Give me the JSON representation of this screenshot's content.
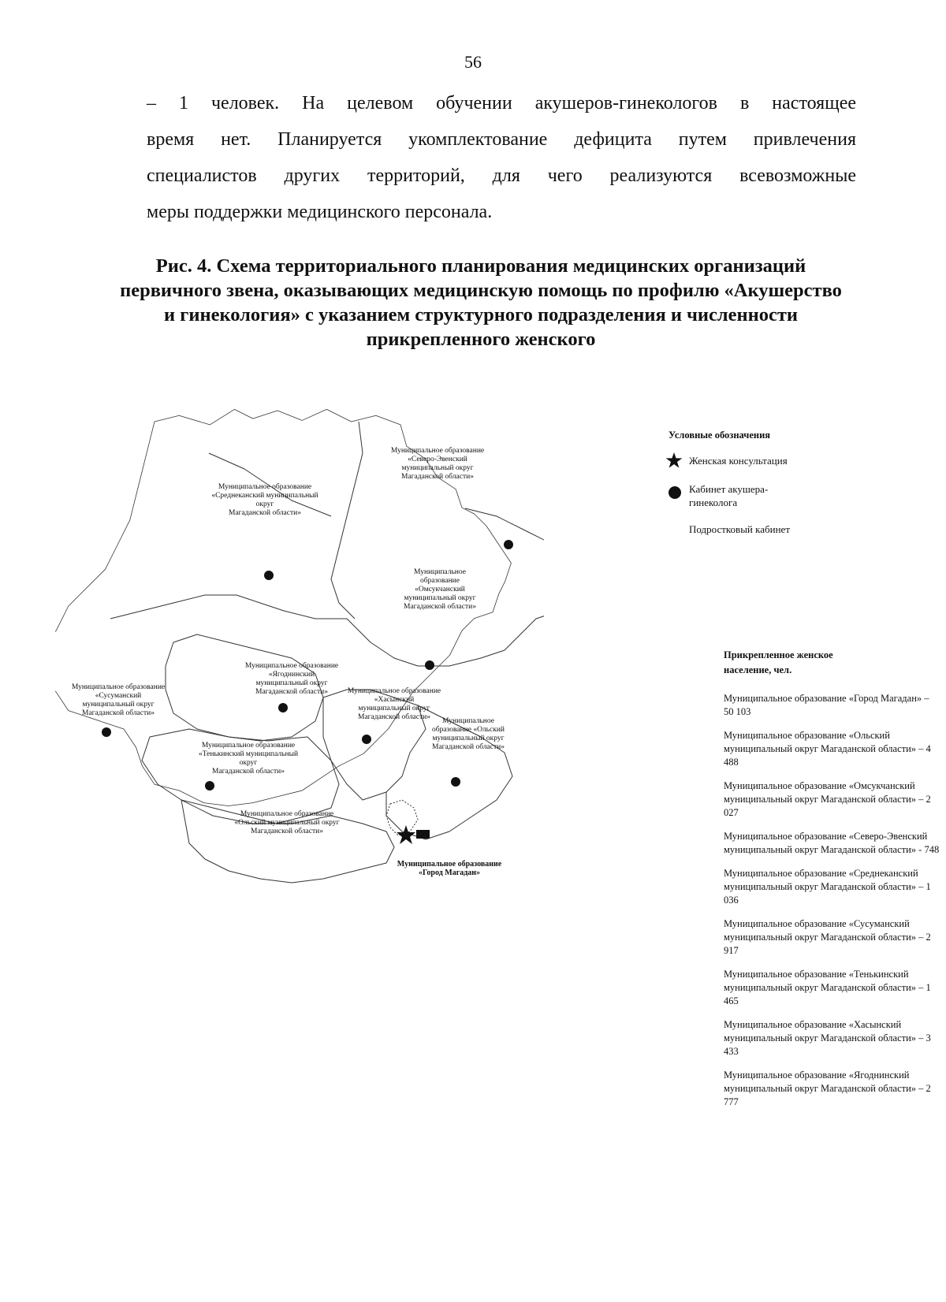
{
  "page_number": "56",
  "paragraph_lines": [
    "– 1 человек. На целевом обучении акушеров-гинекологов в настоящее",
    "время нет. Планируется укомплектование дефицита путем привлечения",
    "специалистов других территорий, для чего реализуются всевозможные",
    "меры поддержки медицинского персонала."
  ],
  "figure_title": "Рис. 4. Схема территориального планирования медицинских организаций первичного звена, оказывающих медицинскую помощь по профилю «Акушерство и гинекология» с указанием структурного подразделения и численности прикрепленного женского",
  "map_labels": {
    "severo_evensky": "Муниципальное образование\n«Северо-Эвенский\nмуниципальный округ\nМагаданской области»",
    "srednekansky": "Муниципальное образование\n«Среднеканский муниципальный\nокруг\nМагаданской области»",
    "omsukchansky": "Муниципальное\nобразование\n«Омсукчанский\nмуниципальный округ\nМагаданской области»",
    "yagodninsky": "Муниципальное образование\n«Ягоднинский\nмуниципальный округ\nМагаданской области»",
    "susumansky": "Муниципальное образование\n«Сусуманский\nмуниципальный округ\nМагаданской области»",
    "khasynsky": "Муниципальное образование\n«Хасынский\nмуниципальный округ\nМагаданской области»",
    "olsky_east": "Муниципальное\nобразование «Ольский\nмуниципальный округ\nМагаданской области»",
    "tenkinsky": "Муниципальное образование\n«Тенькинский муниципальный\nокруг\nМагаданской области»",
    "olsky_south": "Муниципальное образование\n«Ольский муниципальный округ\nМагаданской области»",
    "magadan": "Муниципальное образование\n«Город Магадан»"
  },
  "legend": {
    "title": "Условные обозначения",
    "items": [
      {
        "icon": "star-icon",
        "label": "Женская консультация"
      },
      {
        "icon": "circle-icon",
        "label": "Кабинет акушера-\nгинеколога"
      },
      {
        "icon": "square-icon",
        "label": "Подростковый кабинет"
      }
    ]
  },
  "population": {
    "title": "Прикрепленное женское население, чел.",
    "items": [
      "Муниципальное образование «Город Магадан» – 50 103",
      "Муниципальное образование «Ольский муниципальный округ Магаданской области» – 4 488",
      "Муниципальное образование «Омсукчанский муниципальный округ Магаданской области» – 2 027",
      "Муниципальное образование «Северо-Эвенский муниципальный округ Магаданской области» - 748",
      "Муниципальное образование «Среднеканский муниципальный округ Магаданской области» – 1 036",
      "Муниципальное образование «Сусуманский муниципальный округ Магаданской области» – 2 917",
      "Муниципальное образование «Тенькинский муниципальный округ Магаданской области» – 1 465",
      "Муниципальное образование «Хасынский муниципальный округ Магаданской области» – 3 433",
      "Муниципальное образование «Ягоднинский муниципальный округ Магаданской области» – 2 777"
    ]
  }
}
